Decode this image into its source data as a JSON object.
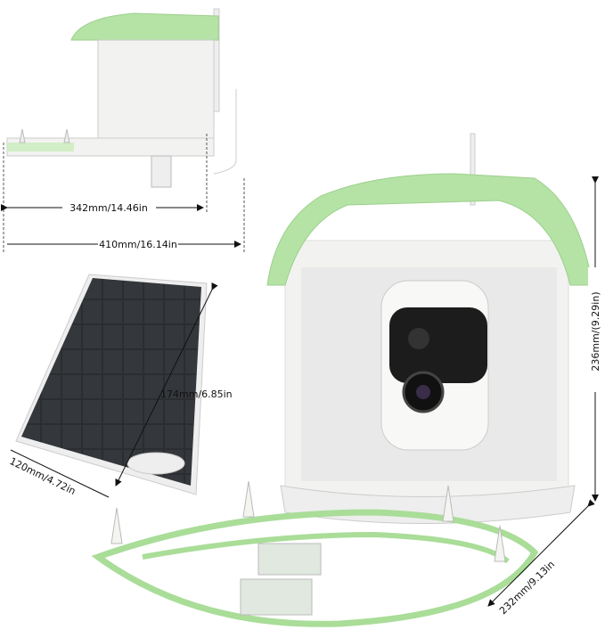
{
  "dimensions": {
    "side_feeder_width": "342mm/14.46in",
    "side_total_width": "410mm/16.14in",
    "solar_panel_height": "174mm/6.85in",
    "solar_panel_width": "120mm/4.72in",
    "feeder_height": "236mm/(9.29in)",
    "feeder_depth": "232mm/9.13in"
  },
  "colors": {
    "roof_green": "#b5e3a6",
    "body_white": "#f2f2f0",
    "panel_dark": "#2b2d30",
    "camera_black": "#1c1c1c",
    "dimension_line": "#111111"
  }
}
